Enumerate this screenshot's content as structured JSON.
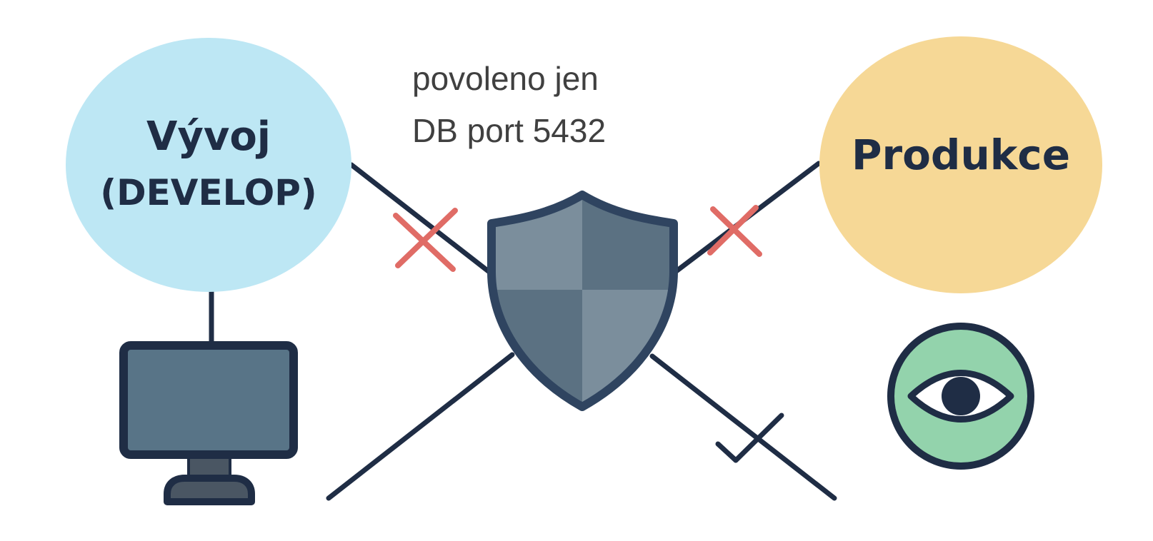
{
  "nodes": {
    "develop": {
      "title": "Vývoj",
      "subtitle": "(DEVELOP)",
      "fill": "#bde7f4"
    },
    "production": {
      "title": "Produkce",
      "fill": "#f6d896"
    }
  },
  "note": {
    "line1": "povoleno jen",
    "line2": "DB port 5432"
  },
  "icons": {
    "firewall": "shield-icon",
    "workstation": "monitor-icon",
    "monitoring": "eye-icon",
    "blocked": "x-mark-icon",
    "allowed": "check-mark-icon"
  },
  "colors": {
    "stroke": "#1f2d45",
    "blocked": "#e06c66",
    "shield_light": "#7b8e9c",
    "shield_dark": "#5b7182",
    "monitor_screen": "#587487",
    "monitor_base": "#4a5663",
    "eye_circle": "#93d3ac",
    "text_dark": "#1f2d45",
    "text_note": "#404040"
  }
}
